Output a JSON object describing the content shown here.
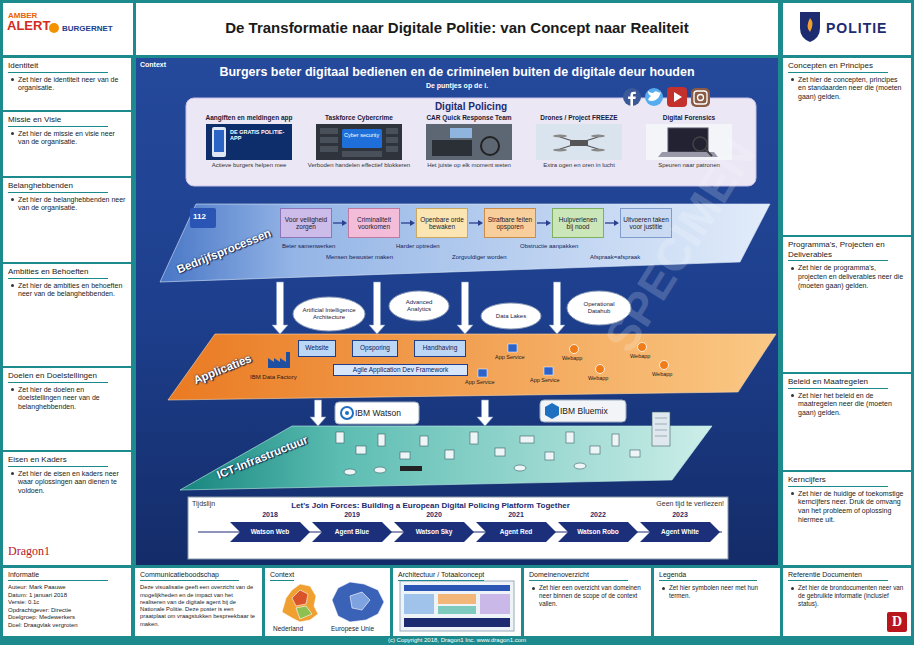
{
  "diagram": {
    "title": "De Transformatie naar Digitale Politie: van Concept naar Realiteit",
    "nodes": [
      {
        "text": [
          "Identiteit",
          "Zet hier de identiteit neer van de organisatie."
        ]
      },
      {
        "text": [
          "Missie en Visie",
          "Zet hier de missie en visie neer van de organisatie."
        ]
      },
      {
        "text": [
          "Belanghebbenden",
          "Zet hier de belanghebbenden neer van de organisatie."
        ]
      },
      {
        "text": [
          "Ambities en Behoeften",
          "Zet hier de ambities en behoeften neer van de belanghebbenden."
        ]
      },
      {
        "text": [
          "Doelen en Doelstellingen",
          "Zet hier de doelen en doelstellingen neer van de belanghebbenden."
        ]
      },
      {
        "text": [
          "Eisen en Kaders",
          "Zet hier de eisen en kaders neer waar oplossingen aan dienen te voldoen."
        ]
      },
      {
        "text": [
          "Context",
          "Burgers beter digitaal bedienen en de criminelen buiten de digitale deur houden",
          "De puntjes op de i."
        ]
      },
      {
        "text": [
          "Digital Policing"
        ],
        "in": 6
      },
      {
        "text": [
          "Aangiften en meldingen app",
          "Actieve burgers helpen mee"
        ],
        "in": 7
      },
      {
        "text": [
          "Taskforce Cybercrime",
          "Verboden handelen effectief blokkeren"
        ],
        "in": 7
      },
      {
        "text": [
          "CAR Quick Response Team",
          "Het juiste op elk moment weten"
        ],
        "in": 7
      },
      {
        "text": [
          "Drones / Project FREEZE",
          "Extra ogen en oren in lucht"
        ],
        "in": 7
      },
      {
        "text": [
          "Digital Forensics",
          "Speuren naar patronen"
        ],
        "in": 7
      },
      {
        "text": [
          "Bedrijfsprocessen"
        ],
        "in": 6
      },
      {
        "text": [
          "Voor veiligheid zorgen"
        ],
        "in": 13
      },
      {
        "text": [
          "Criminaliteit voorkomen"
        ],
        "in": 13
      },
      {
        "text": [
          "Openbare orde bewaken"
        ],
        "in": 13
      },
      {
        "text": [
          "Strafbare feiten opsporen"
        ],
        "in": 13
      },
      {
        "text": [
          "Hulpverlenen bij nood"
        ],
        "in": 13
      },
      {
        "text": [
          "Uitvoeren taken voor justitie"
        ],
        "in": 13
      },
      {
        "text": [
          "Artificial Intelligence Architecture"
        ],
        "in": 6
      },
      {
        "text": [
          "Advanced Analytics"
        ],
        "in": 6
      },
      {
        "text": [
          "Data Lakes"
        ],
        "in": 6
      },
      {
        "text": [
          "Operational Datahub"
        ],
        "in": 6
      },
      {
        "text": [
          "Applicaties"
        ],
        "in": 6
      },
      {
        "text": [
          "Website"
        ],
        "in": 24
      },
      {
        "text": [
          "Opsporing"
        ],
        "in": 24
      },
      {
        "text": [
          "Handhaving"
        ],
        "in": 24
      },
      {
        "text": [
          "Agile Application Dev Framework"
        ],
        "in": 24
      },
      {
        "text": [
          "IBM Watson"
        ],
        "in": 6
      },
      {
        "text": [
          "IBM Bluemix"
        ],
        "in": 6
      },
      {
        "text": [
          "ICT-Infrastructuur"
        ],
        "in": 6
      },
      {
        "text": [
          "Tijdslijn",
          "Let's Join Forces: Building a European Digital Policing Platform Together",
          "Geen tijd te verliezen!"
        ],
        "in": 6
      },
      {
        "text": [
          "2018",
          "Watson Web"
        ],
        "in": 32
      },
      {
        "text": [
          "2019",
          "Agent Blue"
        ],
        "in": 32
      },
      {
        "text": [
          "2020",
          "Watson Sky"
        ],
        "in": 32
      },
      {
        "text": [
          "2021",
          "Agent Red"
        ],
        "in": 32
      },
      {
        "text": [
          "2022",
          "Watson Robo"
        ],
        "in": 32
      },
      {
        "text": [
          "2023",
          "Agent White"
        ],
        "in": 32
      },
      {
        "text": [
          "Concepten en Principes",
          "Zet hier de concepten, principes en standaarden neer die (moeten gaan) gelden."
        ]
      },
      {
        "text": [
          "Programma's, Projecten en Deliverables",
          "Zet hier de programma's, projecten en deliverables neer die (moeten gaan) gelden."
        ]
      },
      {
        "text": [
          "Beleid en Maatregelen",
          "Zet hier het beleid en de maatregelen neer die (moeten gaan) gelden."
        ]
      },
      {
        "text": [
          "Kerncijfers",
          "Zet hier de huidige of toekomstige kerncijfers neer. Druk de omvang van het probleem of oplossing hiermee uit."
        ]
      },
      {
        "text": [
          "Informatie",
          "Auteur: Mark Paauwe",
          "Datum: 1 januari 2018",
          "Versie: 0.1c",
          "Opdrachtgever: Directie",
          "Doelgroep: Medewerkers",
          "Doel: Draagvlak vergroten"
        ]
      },
      {
        "text": [
          "Communicatieboodschap",
          "Deze visualisatie geeft een overzicht van de mogelijkheden en de impact van het realiseren van de digitale agent bij de Nationale Politie. Deze poster is een praatplaat om vraagstukken bespreekbaar te maken."
        ]
      },
      {
        "text": [
          "Context",
          "Nederland",
          "Europese Unie"
        ]
      },
      {
        "text": [
          "Architectuur / Totaalconcept"
        ]
      },
      {
        "text": [
          "Domeinenoverzicht",
          "Zet hier een overzicht van domeinen neer binnen de scope of de context vallen."
        ]
      },
      {
        "text": [
          "Legenda",
          "Zet hier symbolen neer met hun termen."
        ]
      },
      {
        "text": [
          "Referentie Documenten",
          "Zet hier de brondocumenten neer van de gebruikte informatie (inclusief status)."
        ]
      }
    ],
    "edges": [
      {
        "from": 14,
        "to": 15,
        "arrow": "to"
      },
      {
        "from": 15,
        "to": 16,
        "arrow": "to"
      },
      {
        "from": 16,
        "to": 17,
        "arrow": "to"
      },
      {
        "from": 17,
        "to": 18,
        "arrow": "to"
      },
      {
        "from": 18,
        "to": 19,
        "arrow": "to"
      },
      {
        "from": 13,
        "to": 24,
        "arrow": "to"
      },
      {
        "from": 13,
        "to": 24,
        "arrow": "to"
      },
      {
        "from": 13,
        "to": 24,
        "arrow": "to"
      },
      {
        "from": 13,
        "to": 24,
        "arrow": "to"
      },
      {
        "from": 24,
        "to": 31,
        "arrow": "to"
      },
      {
        "from": 24,
        "to": 31,
        "arrow": "to"
      }
    ],
    "labels": [
      "AMBER",
      "ALERT",
      "BURGERNET",
      "POLITIE",
      "Dragon1",
      "DE GRATIS POLITIE-APP",
      "Cyber security",
      "112",
      "Beter samenwerken",
      "Mensen bewuster maken",
      "Harder optreden",
      "Zorgvuldiger worden",
      "Obstructie aanpakken",
      "Afspraak=afspraak",
      "IBM Data Factory",
      "App Service",
      "App Service",
      "App Service",
      "Webapp",
      "Webapp",
      "Webapp",
      "Webapp",
      "SPECIMEN",
      "D",
      "(c) Copyright 2018, Dragon1 Inc. www.dragon1.com"
    ]
  }
}
